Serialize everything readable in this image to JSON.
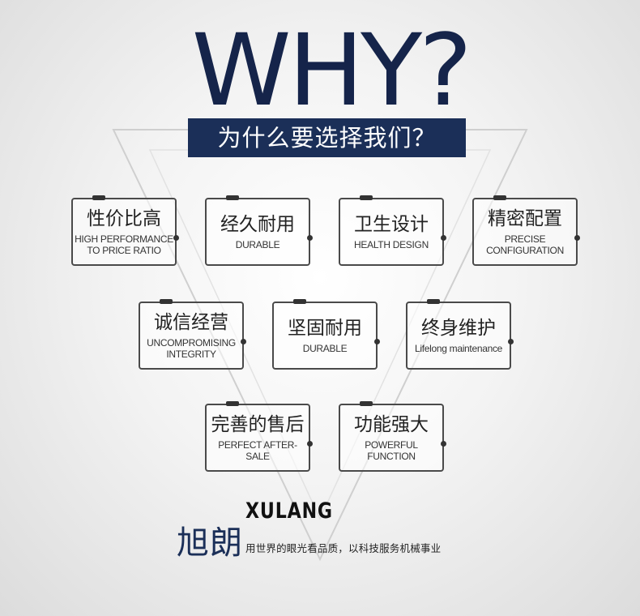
{
  "header": {
    "title": "WHY?",
    "subtitle": "为什么要选择我们？"
  },
  "features": [
    {
      "cn": "性价比高",
      "en": "HIGH PERFORMANCE\nTO PRICE RATIO"
    },
    {
      "cn": "经久耐用",
      "en": "DURABLE"
    },
    {
      "cn": "卫生设计",
      "en": "HEALTH DESIGN"
    },
    {
      "cn": "精密配置",
      "en": "PRECISE\nCONFIGURATION"
    },
    {
      "cn": "诚信经营",
      "en": "UNCOMPROMISING\nINTEGRITY"
    },
    {
      "cn": "坚固耐用",
      "en": "DURABLE"
    },
    {
      "cn": "终身维护",
      "en": "Lifelong maintenance"
    },
    {
      "cn": "完善的售后",
      "en": "PERFECT AFTER-SALE"
    },
    {
      "cn": "功能强大",
      "en": "POWERFUL FUNCTION"
    }
  ],
  "brand": {
    "name_cn": "旭朗",
    "name_en": "XULANG",
    "tagline": "用世界的眼光看品质，以科技服务机械事业"
  },
  "colors": {
    "navy": "#1b2f58",
    "card_border": "#4a4a4a"
  }
}
